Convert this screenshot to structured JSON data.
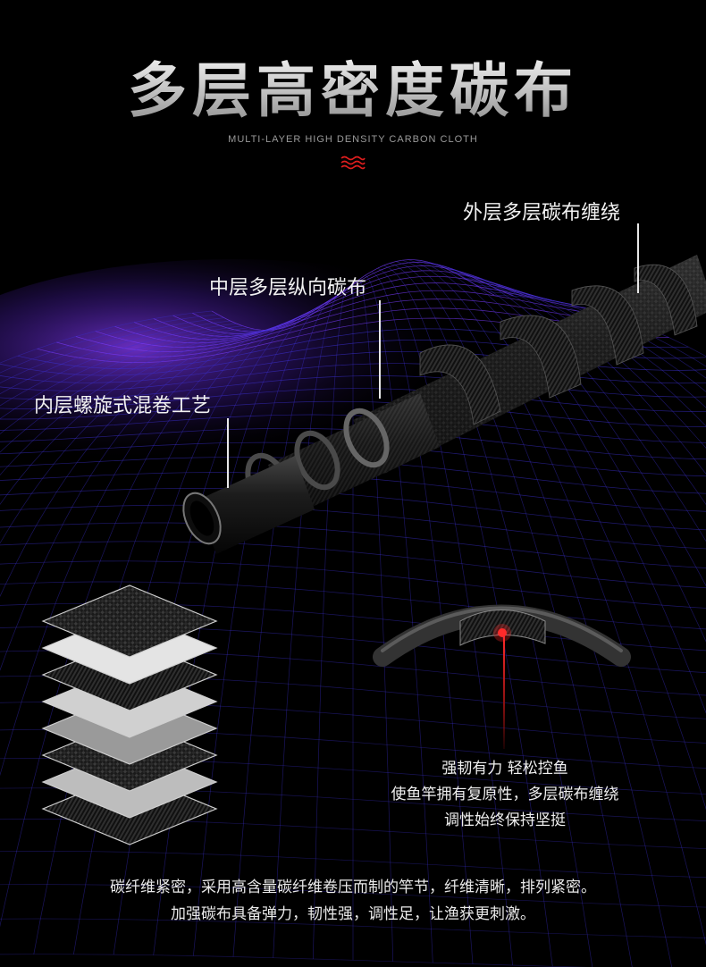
{
  "header": {
    "title": "多层高密度碳布",
    "subtitle": "MULTI-LAYER HIGH DENSITY CARBON CLOTH"
  },
  "labels": {
    "outer_layer": "外层多层碳布缠绕",
    "middle_layer": "中层多层纵向碳布",
    "inner_layer": "内层螺旋式混卷工艺"
  },
  "feature": {
    "line1": "强韧有力 轻松控鱼",
    "line2": "使鱼竿拥有复原性，多层碳布缠绕",
    "line3": "调性始终保持坚挺"
  },
  "footer": {
    "line1": "碳纤维紧密，采用高含量碳纤维卷压而制的竿节，纤维清晰，排列紧密。",
    "line2": "加强碳布具备弹力，韧性强，调性足，让渔获更刺激。"
  },
  "colors": {
    "background": "#000000",
    "grid_purple": "#7a3cff",
    "grid_blue": "#3b2fd0",
    "accent_red": "#e01e1e"
  }
}
